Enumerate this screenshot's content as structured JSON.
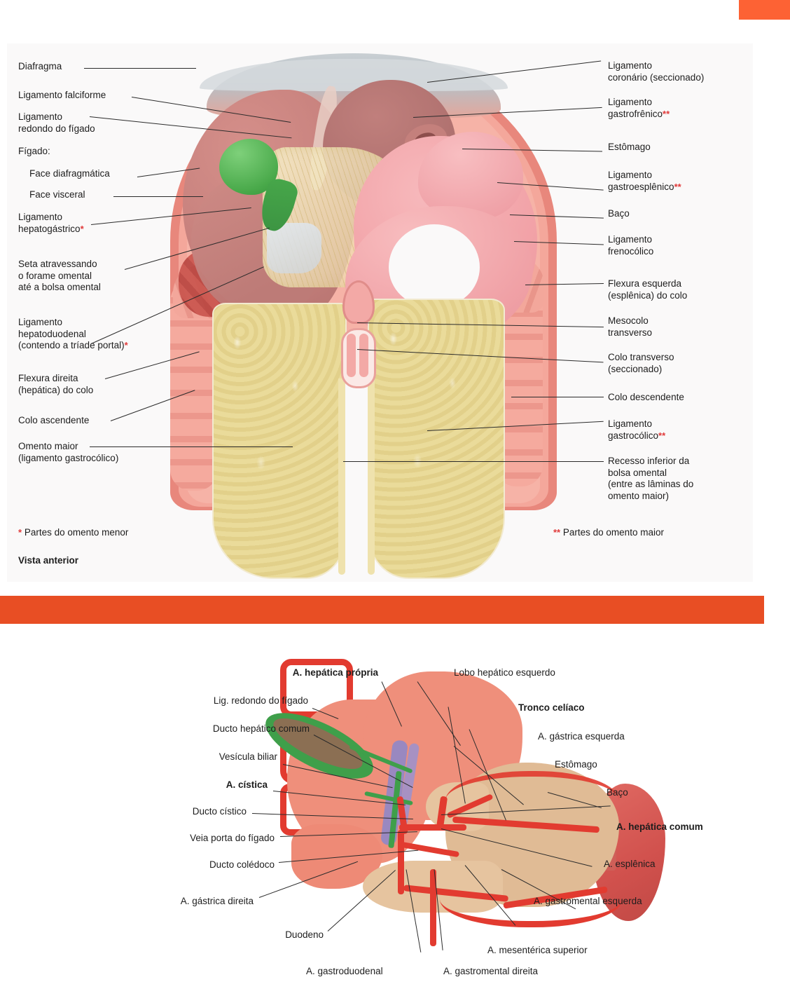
{
  "page": {
    "background": "#ffffff",
    "accent_orange": "#e84e24",
    "tab_orange": "#fd6234",
    "footnote_red": "#e03a3a"
  },
  "figure1": {
    "name": "Peritoneal cavity anterior view",
    "background": "#faf9f9",
    "view_caption": "Vista anterior",
    "footnote_left": "Partes do omento menor",
    "footnote_left_marker": "*",
    "footnote_right": "Partes do omento maior",
    "footnote_right_marker": "**",
    "labels_left": [
      {
        "id": "diafragma",
        "text": "Diafragma"
      },
      {
        "id": "ligamento-falciforme",
        "text": "Ligamento falciforme"
      },
      {
        "id": "ligamento-redondo",
        "text": "Ligamento\nredondo do fígado"
      },
      {
        "id": "figado",
        "text": "Fígado:"
      },
      {
        "id": "face-diafragmatica",
        "text": "Face diafragmática"
      },
      {
        "id": "face-visceral",
        "text": "Face visceral"
      },
      {
        "id": "ligamento-hepatogastrico",
        "text": "Ligamento\nhepatogástrico",
        "marker": "*"
      },
      {
        "id": "seta-forame-omental",
        "text": "Seta atravessando\no forame omental\naté a bolsa omental"
      },
      {
        "id": "ligamento-hepatoduodenal",
        "text": "Ligamento\nhepatoduodenal\n(contendo a tríade portal)",
        "marker": "*"
      },
      {
        "id": "flexura-direita",
        "text": "Flexura direita\n(hepática) do colo"
      },
      {
        "id": "colo-ascendente",
        "text": "Colo ascendente"
      },
      {
        "id": "omento-maior",
        "text": "Omento maior\n(ligamento gastrocólico)"
      }
    ],
    "labels_right": [
      {
        "id": "ligamento-coronario",
        "text": "Ligamento\ncoronário (seccionado)"
      },
      {
        "id": "ligamento-gastrofrenico",
        "text": "Ligamento\ngastrofrênico",
        "marker": "**"
      },
      {
        "id": "estomago",
        "text": "Estômago"
      },
      {
        "id": "ligamento-gastroesplenico",
        "text": "Ligamento\ngastroesplênico",
        "marker": "**"
      },
      {
        "id": "baco",
        "text": "Baço"
      },
      {
        "id": "ligamento-frenocolico",
        "text": "Ligamento\nfrenocólico"
      },
      {
        "id": "flexura-esquerda",
        "text": "Flexura esquerda\n(esplênica) do colo"
      },
      {
        "id": "mesocolo-transverso",
        "text": "Mesocolo\ntransverso"
      },
      {
        "id": "colo-transverso",
        "text": "Colo transverso\n(seccionado)"
      },
      {
        "id": "colo-descendente",
        "text": "Colo descendente"
      },
      {
        "id": "ligamento-gastrocolico",
        "text": "Ligamento\ngastrocólico",
        "marker": "**"
      },
      {
        "id": "recesso-inferior",
        "text": "Recesso inferior da\nbolsa omental\n(entre as lâminas do\nomento maior)"
      }
    ],
    "structure_colors": {
      "liver": "#c07f7c",
      "stomach": "#f2a3a8",
      "spleen": "#a87dbd",
      "gallbladder": "#49a94a",
      "greater_omentum": "#e7d594",
      "colon": "#f3a79b",
      "diaphragm": "#c9cfd3",
      "body_wall": "#e8877c"
    }
  },
  "figure2": {
    "name": "Celiac trunk and biliary arteries",
    "background": "#ffffff",
    "labels_left": [
      {
        "id": "a-hepatica-propria",
        "text": "A. hepática própria",
        "bold": true
      },
      {
        "id": "lig-redondo-figado",
        "text": "Lig. redondo do fígado",
        "bold": false
      },
      {
        "id": "ducto-hepatico-comum",
        "text": "Ducto hepático comum",
        "bold": false
      },
      {
        "id": "vesicula-biliar",
        "text": "Vesícula biliar",
        "bold": false
      },
      {
        "id": "a-cistica",
        "text": "A. cística",
        "bold": true
      },
      {
        "id": "ducto-cistico",
        "text": "Ducto cístico",
        "bold": false
      },
      {
        "id": "veia-porta-figado",
        "text": "Veia porta do fígado",
        "bold": false
      },
      {
        "id": "ducto-coledoco",
        "text": "Ducto colédoco",
        "bold": false
      },
      {
        "id": "a-gastrica-direita",
        "text": "A. gástrica direita",
        "bold": false
      },
      {
        "id": "duodeno",
        "text": "Duodeno",
        "bold": false
      }
    ],
    "labels_right": [
      {
        "id": "lobo-hepatico-esquerdo",
        "text": "Lobo hepático esquerdo",
        "bold": false
      },
      {
        "id": "tronco-celiaco",
        "text": "Tronco celíaco",
        "bold": true
      },
      {
        "id": "a-gastrica-esquerda",
        "text": "A. gástrica esquerda",
        "bold": false
      },
      {
        "id": "estomago",
        "text": "Estômago",
        "bold": false
      },
      {
        "id": "baco",
        "text": "Baço",
        "bold": false
      },
      {
        "id": "a-hepatica-comum",
        "text": "A. hepática comum",
        "bold": true
      },
      {
        "id": "a-esplenica",
        "text": "A. esplênica",
        "bold": false
      },
      {
        "id": "a-gastromental-esquerda",
        "text": "A. gastromental esquerda",
        "bold": false
      },
      {
        "id": "a-mesenterica-superior",
        "text": "A. mesentérica superior",
        "bold": false
      }
    ],
    "labels_bottom": [
      {
        "id": "a-gastroduodenal",
        "text": "A. gastroduodenal",
        "bold": false
      },
      {
        "id": "a-gastromental-direita",
        "text": "A. gastromental direita",
        "bold": false
      }
    ],
    "structure_colors": {
      "liver": "#ef8f7b",
      "stomach": "#e0bb95",
      "spleen": "#d1514d",
      "gallbladder": "#3f9f4a",
      "arteries": "#e23b30",
      "portal_vein": "#8f87c8"
    }
  }
}
